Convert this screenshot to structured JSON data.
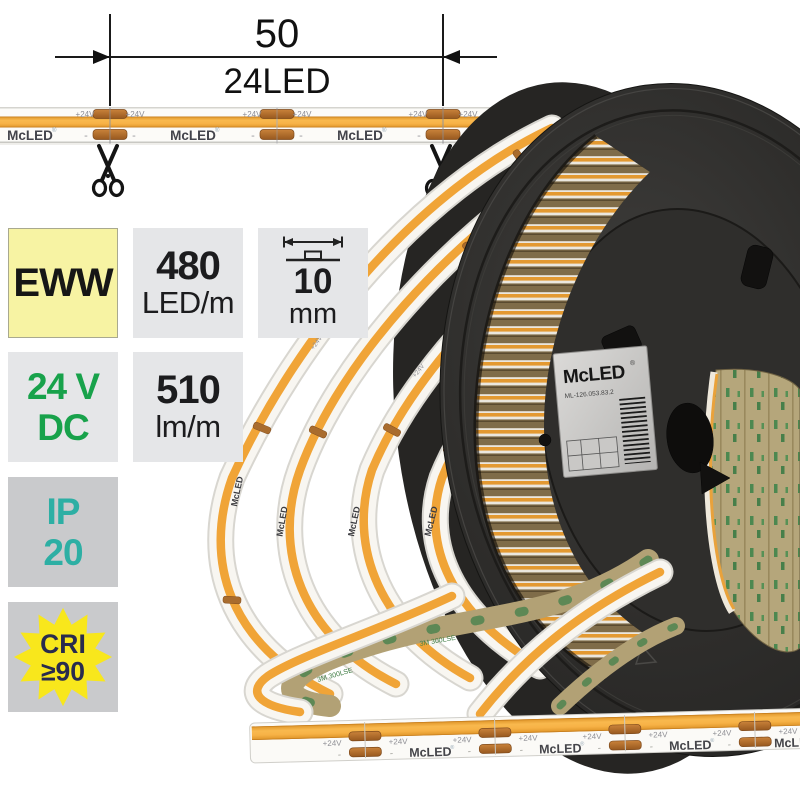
{
  "image_type": "product-photo-led-strip-on-reel",
  "dimension_annotation": {
    "length_mm": "50",
    "segment": "24LED"
  },
  "strip_print": {
    "brand": "McLED",
    "registered_mark": "®",
    "positive_terminal": "+24V",
    "negative_terminal": "-"
  },
  "adhesive_print": "3M 300LSE",
  "reel_label": {
    "brand": "McLED",
    "product_code": "ML-126.053.83.2"
  },
  "badges": {
    "color_temp": {
      "line1": "EWW"
    },
    "density": {
      "line1": "480",
      "line2": "LED/m"
    },
    "width": {
      "line1": "10",
      "line2": "mm"
    },
    "voltage": {
      "line1": "24 V",
      "line2": "DC"
    },
    "flux": {
      "line1": "510",
      "line2": "lm/m"
    },
    "ip": {
      "line1": "IP",
      "line2": "20"
    },
    "cri": {
      "line1": "CRI",
      "line2": "≥90"
    }
  },
  "colors": {
    "cob_orange": "#F2A73B",
    "solder_pad": "#AE6A2B",
    "badge_yellow": "#F7F3A3",
    "badge_gray_light": "#E5E6E8",
    "badge_gray_dark": "#C9CACC",
    "voltage_green": "#18A24B",
    "ip_teal": "#2DAFA4",
    "cri_navy": "#282B4E",
    "star_yellow": "#F8E71C",
    "reel_black": "#2C2B29",
    "adhesive_tan": "#B5A67B"
  }
}
